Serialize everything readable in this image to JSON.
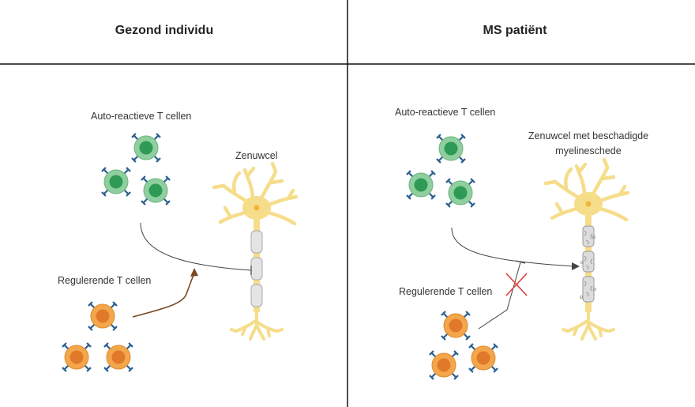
{
  "panels": [
    {
      "title": "Gezond individu",
      "labels": {
        "auto_reactive": "Auto-reactieve T cellen",
        "regulatory": "Regulerende T cellen",
        "neuron": "Zenuwcel"
      }
    },
    {
      "title": "MS patiënt",
      "labels": {
        "auto_reactive": "Auto-reactieve T cellen",
        "regulatory": "Regulerende T cellen",
        "neuron_line1": "Zenuwcel met beschadigde",
        "neuron_line2": "myelineschede"
      }
    }
  ],
  "colors": {
    "green_cell_outer": "#8fcf9f",
    "green_cell_nucleus": "#2e9a55",
    "orange_cell_outer": "#f3a64b",
    "orange_cell_nucleus": "#e07a2a",
    "receptor": "#2a5f8f",
    "neuron": "#f6dd8a",
    "myelin": "#dedede",
    "activation_arrow": "#7a4a1e",
    "blocked_cross": "#e03a3a"
  },
  "icons": [
    "t-cell-icon",
    "neuron-icon",
    "arrow-icon",
    "inhibition-icon",
    "cross-icon"
  ]
}
